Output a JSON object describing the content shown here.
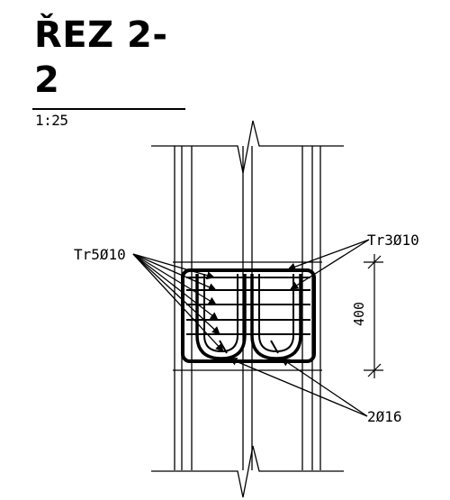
{
  "header": {
    "title": "ŘEZ 2-2",
    "scale": "1:25"
  },
  "labels": {
    "stirrups_left": "Tr5Ø10",
    "stirrup_top": "Tr3Ø10",
    "bars": "2Ø16",
    "dimension": "400"
  },
  "colors": {
    "line": "#000000",
    "background": "#ffffff"
  }
}
